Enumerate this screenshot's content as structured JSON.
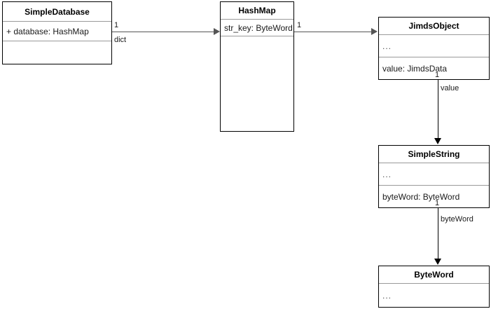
{
  "diagram": {
    "type": "uml-class-diagram",
    "classes": [
      {
        "id": "simple-database",
        "name": "SimpleDatabase",
        "compartments": [
          "+ database: HashMap",
          ""
        ]
      },
      {
        "id": "hashmap",
        "name": "HashMap",
        "compartments": [
          "str_key: ByteWord",
          ""
        ]
      },
      {
        "id": "jimds-object",
        "name": "JimdsObject",
        "compartments": [
          "...",
          "value: JimdsData"
        ]
      },
      {
        "id": "simple-string",
        "name": "SimpleString",
        "compartments": [
          "...",
          "byteWord: ByteWord"
        ]
      },
      {
        "id": "byte-word",
        "name": "ByteWord",
        "compartments": [
          "..."
        ]
      }
    ],
    "associations": [
      {
        "id": "database-to-hashmap",
        "from": "simple-database",
        "to": "hashmap",
        "multiplicity": "1",
        "role": "dict"
      },
      {
        "id": "hashmap-to-jimdsobject",
        "from": "hashmap",
        "to": "jimds-object",
        "multiplicity": "1",
        "role": ""
      },
      {
        "id": "jimdsobject-to-simplestring",
        "from": "jimds-object",
        "to": "simple-string",
        "multiplicity": "1",
        "role": "value"
      },
      {
        "id": "simplestring-to-byteword",
        "from": "simple-string",
        "to": "byte-word",
        "multiplicity": "1",
        "role": "byteWord"
      }
    ]
  }
}
